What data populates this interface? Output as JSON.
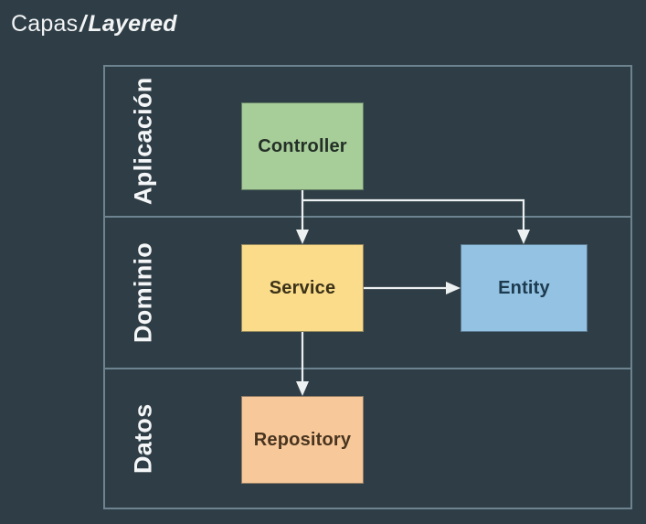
{
  "title": {
    "spanish": "Capas",
    "separator": "/",
    "english": "Layered"
  },
  "colors": {
    "background": "#2f3e46",
    "frame_border": "#6d8490",
    "connector": "#eef1f2",
    "title_text": "#f2f4f5",
    "controller_fill": "#a7cd99",
    "service_fill": "#fadc8b",
    "entity_fill": "#94c2e3",
    "repository_fill": "#f7c89a"
  },
  "diagram": {
    "layers": [
      {
        "label": "Aplicación"
      },
      {
        "label": "Dominio"
      },
      {
        "label": "Datos"
      }
    ],
    "nodes": {
      "controller": {
        "label": "Controller",
        "layer": "Aplicación"
      },
      "service": {
        "label": "Service",
        "layer": "Dominio"
      },
      "entity": {
        "label": "Entity",
        "layer": "Dominio"
      },
      "repository": {
        "label": "Repository",
        "layer": "Datos"
      }
    },
    "edges": [
      {
        "from": "Controller",
        "to": "Service",
        "style": "arrow"
      },
      {
        "from": "Controller",
        "to": "Entity",
        "style": "arrow"
      },
      {
        "from": "Service",
        "to": "Entity",
        "style": "arrow"
      },
      {
        "from": "Service",
        "to": "Repository",
        "style": "arrow"
      }
    ]
  }
}
